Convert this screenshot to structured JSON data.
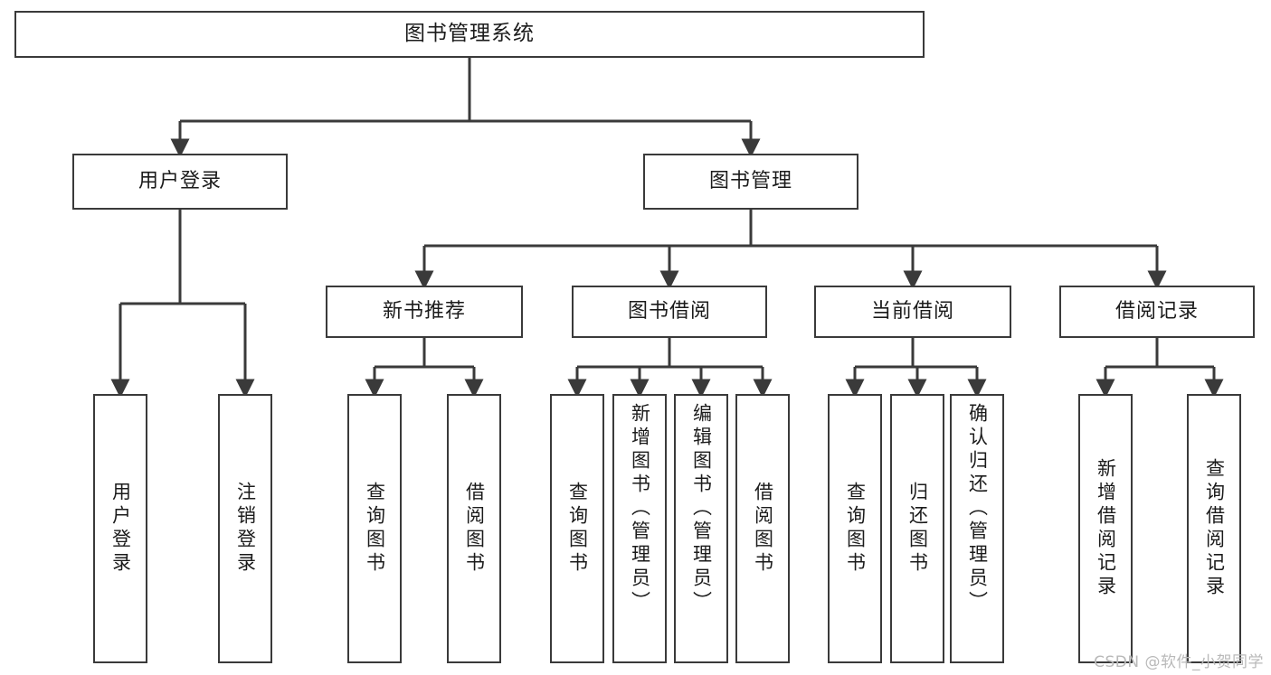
{
  "diagram": {
    "title": "图书管理系统",
    "type": "hierarchy-tree",
    "line_color": "#3a3a3a",
    "box_fill": "#ffffff",
    "text_color": "#1b1b1b",
    "watermark": "CSDN @软件_小贺同学",
    "watermark_color": "#b9b9b9",
    "levels": {
      "root": {
        "label": "图书管理系统"
      },
      "level2": [
        {
          "label": "用户登录"
        },
        {
          "label": "图书管理"
        }
      ],
      "level3": [
        {
          "label": "新书推荐"
        },
        {
          "label": "图书借阅"
        },
        {
          "label": "当前借阅"
        },
        {
          "label": "借阅记录"
        }
      ],
      "leaves": {
        "user_login": [
          {
            "label": "用户登录"
          },
          {
            "label": "注销登录"
          }
        ],
        "new_book_recommend": [
          {
            "label": "查询图书"
          },
          {
            "label": "借阅图书"
          }
        ],
        "book_borrow": [
          {
            "label": "查询图书"
          },
          {
            "label": "新增图书（管理员）"
          },
          {
            "label": "编辑图书（管理员）"
          },
          {
            "label": "借阅图书"
          }
        ],
        "current_borrow": [
          {
            "label": "查询图书"
          },
          {
            "label": "归还图书"
          },
          {
            "label": "确认归还（管理员）"
          }
        ],
        "borrow_record": [
          {
            "label": "新增借阅记录"
          },
          {
            "label": "查询借阅记录"
          }
        ]
      }
    }
  }
}
